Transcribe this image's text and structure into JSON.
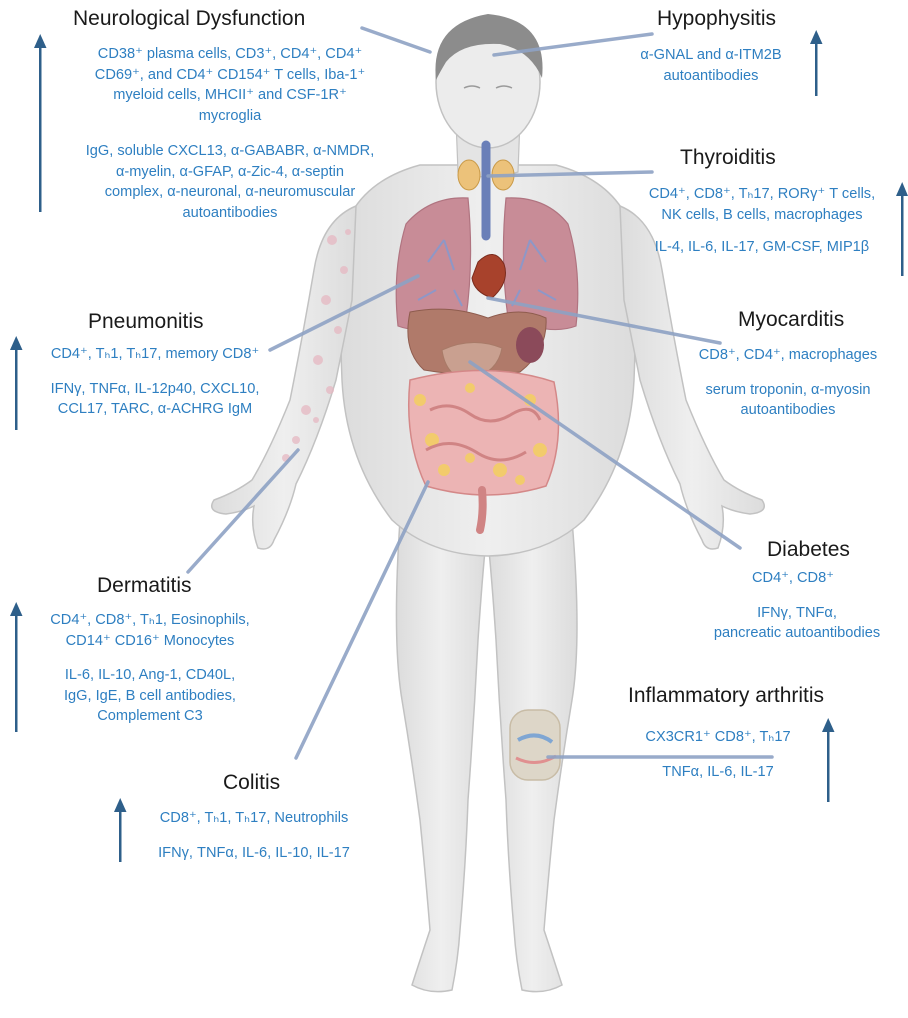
{
  "colors": {
    "accent_text": "#2e7fc1",
    "title_text": "#1a1a1a",
    "arrow": "#2e5f8a",
    "connector": "#8ea2c4",
    "body_fill": "#e9e9e9",
    "body_outline": "#bdbdbd",
    "hair": "#8c8c8c"
  },
  "icons": [
    "up-arrow-icon",
    "human-body-illustration",
    "lungs-icon",
    "thyroid-icon",
    "heart-icon",
    "intestines-icon",
    "knee-joint-icon"
  ],
  "sections": {
    "neuro": {
      "title": "Neurological Dysfunction",
      "trend": "up",
      "cells": [
        "CD38⁺ plasma cells, CD3⁺, CD4⁺, CD4⁺",
        "CD69⁺, and CD4⁺ CD154⁺ T cells, Iba-1⁺",
        "myeloid cells, MHCII⁺ and CSF-1R⁺",
        "mycroglia"
      ],
      "markers": [
        "IgG, soluble CXCL13, α-GABABR, α-NMDR,",
        "α-myelin, α-GFAP, α-Zic-4, α-septin",
        "complex, α-neuronal, α-neuromuscular",
        "autoantibodies"
      ]
    },
    "hypo": {
      "title": "Hypophysitis",
      "trend": "up",
      "markers": [
        "α-GNAL and α-ITM2B",
        "autoantibodies"
      ]
    },
    "thyroid": {
      "title": "Thyroiditis",
      "trend": "up",
      "cells": [
        "CD4⁺, CD8⁺, Tₕ17, RORγ⁺ T cells,",
        "NK cells, B cells, macrophages"
      ],
      "markers": [
        "IL-4, IL-6, IL-17, GM-CSF, MIP1β"
      ]
    },
    "pneumo": {
      "title": "Pneumonitis",
      "trend": "up",
      "cells": [
        "CD4⁺, Tₕ1, Tₕ17, memory CD8⁺"
      ],
      "markers": [
        "IFNγ, TNFα, IL-12p40, CXCL10,",
        "CCL17, TARC, α-ACHRG IgM"
      ]
    },
    "myo": {
      "title": "Myocarditis",
      "cells": [
        "CD8⁺, CD4⁺, macrophages"
      ],
      "markers": [
        "serum troponin, α-myosin",
        "autoantibodies"
      ]
    },
    "dermat": {
      "title": "Dermatitis",
      "trend": "up",
      "cells": [
        "CD4⁺, CD8⁺, Tₕ1, Eosinophils,",
        "CD14⁺ CD16⁺ Monocytes"
      ],
      "markers": [
        "IL-6, IL-10, Ang-1, CD40L,",
        "IgG, IgE, B cell antibodies,",
        "Complement C3"
      ]
    },
    "diabetes": {
      "title": "Diabetes",
      "cells": [
        "CD4⁺, CD8⁺"
      ],
      "markers": [
        "IFNγ, TNFα,",
        "pancreatic autoantibodies"
      ]
    },
    "arthritis": {
      "title": "Inflammatory arthritis",
      "trend": "up",
      "cells": [
        "CX3CR1⁺ CD8⁺, Tₕ17"
      ],
      "markers": [
        "TNFα,  IL-6, IL-17"
      ]
    },
    "colitis": {
      "title": "Colitis",
      "trend": "up",
      "cells": [
        "CD8⁺, Tₕ1, Tₕ17,  Neutrophils"
      ],
      "markers": [
        "IFNγ, TNFα,  IL-6, IL-10, IL-17"
      ]
    }
  }
}
